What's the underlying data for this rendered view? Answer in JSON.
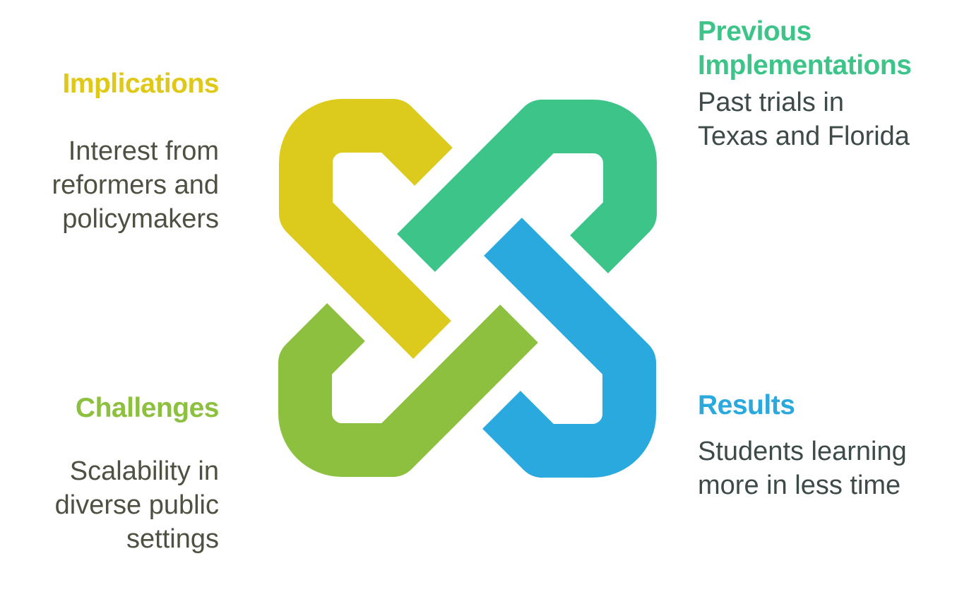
{
  "background_color": "#ffffff",
  "knot": {
    "description": "four interlocking hairpin loops woven into a square knot",
    "loops": [
      {
        "id": "loop-implications",
        "position": "top-left",
        "color": "#DCCB1C"
      },
      {
        "id": "loop-previous",
        "position": "top-right",
        "color": "#3DC489"
      },
      {
        "id": "loop-results",
        "position": "bottom-right",
        "color": "#2AA9DF"
      },
      {
        "id": "loop-challenges",
        "position": "bottom-left",
        "color": "#8DC03E"
      }
    ]
  },
  "sections": {
    "implications": {
      "heading": "Implications",
      "heading_color": "#DFC916",
      "body_color": "#4D5142",
      "body_lines": [
        "Interest from",
        "reformers and",
        "policymakers"
      ]
    },
    "previous": {
      "heading_lines": [
        "Previous",
        "Implementations"
      ],
      "heading_color": "#3DC489",
      "body_color": "#3D4A49",
      "body_lines": [
        "Past trials in",
        "Texas and Florida"
      ]
    },
    "challenges": {
      "heading": "Challenges",
      "heading_color": "#8DC03E",
      "body_color": "#4D5142",
      "body_lines": [
        "Scalability in",
        "diverse public",
        "settings"
      ]
    },
    "results": {
      "heading": "Results",
      "heading_color": "#2AA9DF",
      "body_color": "#3D4A49",
      "body_lines": [
        "Students learning",
        "more in less time"
      ]
    }
  }
}
